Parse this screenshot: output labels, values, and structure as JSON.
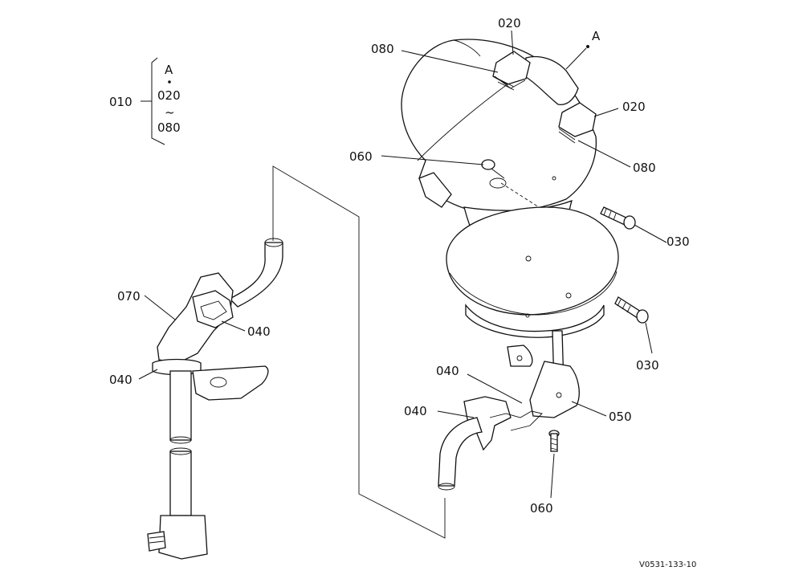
{
  "diagram": {
    "drawing_code": "V0531-133-10",
    "group": {
      "number": "010",
      "members": [
        "A",
        "020",
        "~",
        "080"
      ]
    },
    "callouts": {
      "c020_top": "020",
      "c080_top": "080",
      "cA": "A",
      "c020_right": "020",
      "c080_right": "080",
      "c060_top": "060",
      "c030_upper": "030",
      "c030_lower": "030",
      "c070": "070",
      "c040_left_upper": "040",
      "c040_left_lower": "040",
      "c040_right_upper": "040",
      "c040_right_lower": "040",
      "c050": "050",
      "c060_bottom": "060"
    }
  }
}
